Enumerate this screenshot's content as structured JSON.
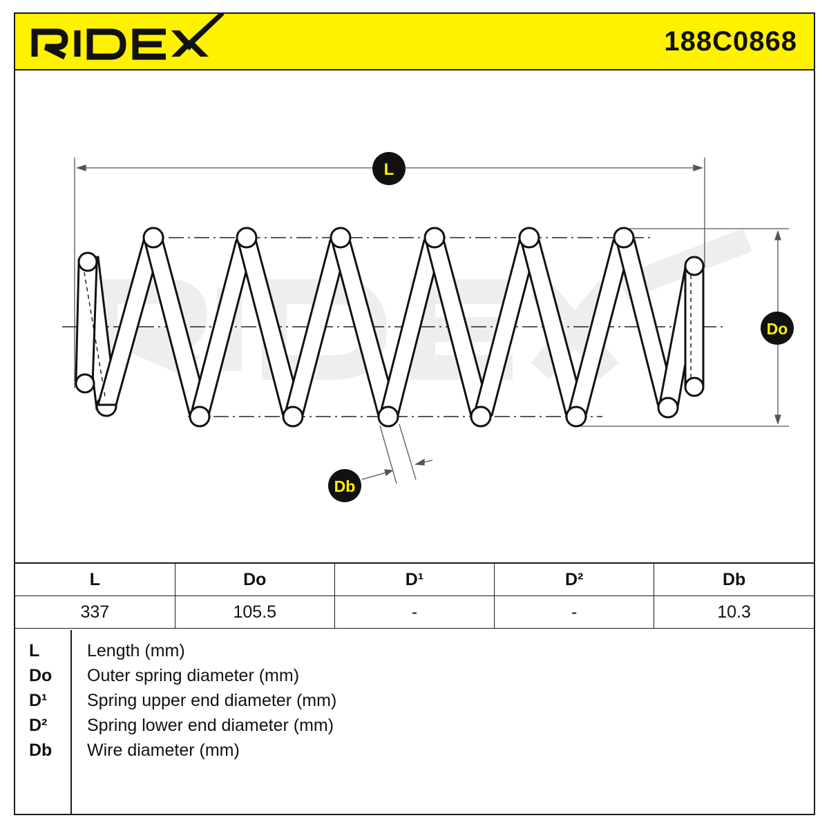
{
  "header": {
    "brand": "RIDEX",
    "part_number": "188C0868",
    "background_color": "#fff200"
  },
  "diagram": {
    "labels": {
      "length": "L",
      "outer_diameter": "Do",
      "wire_diameter": "Db"
    },
    "watermark": "RIDEX"
  },
  "spec_table": {
    "headers": [
      "L",
      "Do",
      "D¹",
      "D²",
      "Db"
    ],
    "values": [
      "337",
      "105.5",
      "-",
      "-",
      "10.3"
    ]
  },
  "legend": [
    {
      "key": "L",
      "text": "Length (mm)"
    },
    {
      "key": "Do",
      "text": "Outer spring diameter (mm)"
    },
    {
      "key": "D¹",
      "text": "Spring upper end diameter (mm)"
    },
    {
      "key": "D²",
      "text": "Spring lower end diameter (mm)"
    },
    {
      "key": "Db",
      "text": "Wire diameter (mm)"
    }
  ]
}
